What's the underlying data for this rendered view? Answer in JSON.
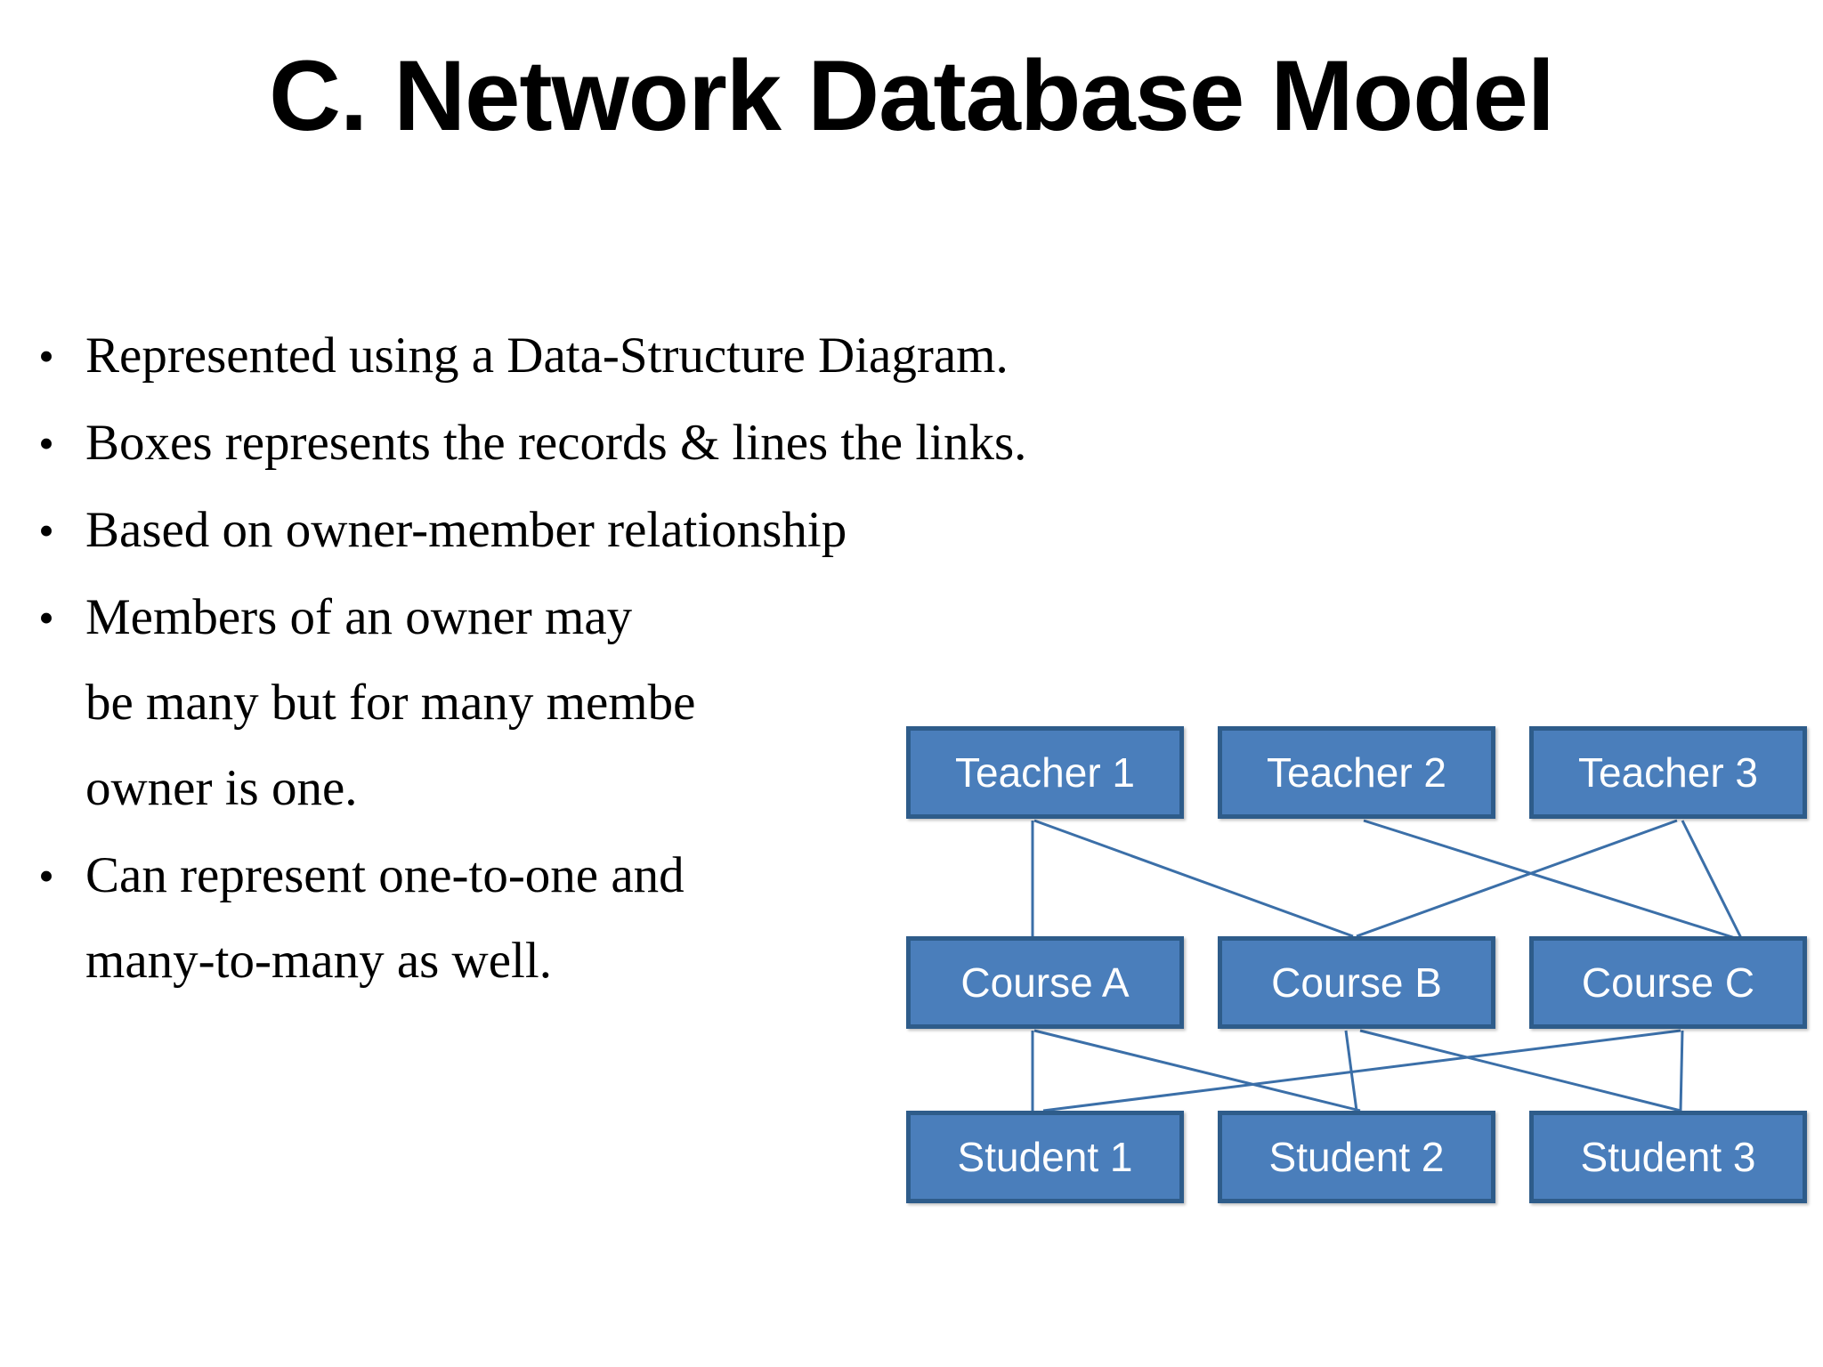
{
  "slide": {
    "title": "C. Network Database Model",
    "background_color": "#ffffff",
    "text_color": "#000000"
  },
  "bullets": [
    {
      "marker": "•",
      "lines": [
        "Represented using a Data-Structure Diagram."
      ]
    },
    {
      "marker": "•",
      "lines": [
        "Boxes represents the records & lines the links."
      ]
    },
    {
      "marker": "•",
      "lines": [
        "Based on owner-member relationship"
      ]
    },
    {
      "marker": "•",
      "lines": [
        "Members of an owner may",
        "be many but for many membe",
        "owner is one."
      ]
    },
    {
      "marker": "•",
      "lines": [
        "Can represent one-to-one  and",
        "many-to-many as well."
      ]
    }
  ],
  "diagram": {
    "title": "data-structure-diagram",
    "box_fill_color": "#4A7EBB",
    "box_border_color": "#2E5C8A",
    "box_text_color": "#ffffff",
    "link_color": "#3B6FA8",
    "rows": [
      {
        "name": "teachers",
        "nodes": [
          "Teacher 1",
          "Teacher 2",
          "Teacher 3"
        ]
      },
      {
        "name": "courses",
        "nodes": [
          "Course A",
          "Course B",
          "Course C"
        ]
      },
      {
        "name": "students",
        "nodes": [
          "Student 1",
          "Student 2",
          "Student 3"
        ]
      }
    ],
    "links": [
      {
        "from": "Teacher 1",
        "to": "Course A"
      },
      {
        "from": "Teacher 1",
        "to": "Course B"
      },
      {
        "from": "Teacher 2",
        "to": "Course C"
      },
      {
        "from": "Teacher 3",
        "to": "Course B"
      },
      {
        "from": "Teacher 3",
        "to": "Course C"
      },
      {
        "from": "Course A",
        "to": "Student 1"
      },
      {
        "from": "Course A",
        "to": "Student 2"
      },
      {
        "from": "Course B",
        "to": "Student 2"
      },
      {
        "from": "Course B",
        "to": "Student 3"
      },
      {
        "from": "Course C",
        "to": "Student 1"
      },
      {
        "from": "Course C",
        "to": "Student 3"
      }
    ]
  }
}
